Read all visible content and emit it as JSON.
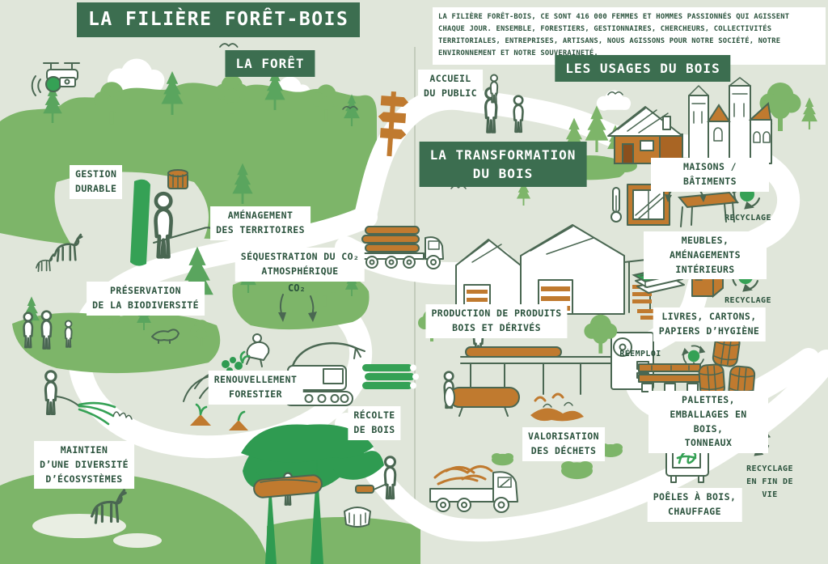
{
  "title": "LA FILIÈRE FORÊT-BOIS",
  "intro": "LA FILIÈRE FORÊT-BOIS, CE SONT 416 000 FEMMES ET HOMMES PASSIONNÉS QUI AGISSENT CHAQUE JOUR. ENSEMBLE, FORESTIERS, GESTIONNAIRES, CHERCHEURS, COLLECTIVITÉS TERRITORIALES, ENTREPRISES, ARTISANS, NOUS AGISSONS POUR NOTRE SOCIÉTÉ, NOTRE ENVIRONNEMENT ET NOTRE SOUVERAINETÉ.",
  "sections": {
    "forest": "LA FORÊT",
    "transformation": "LA TRANSFORMATION\nDU BOIS",
    "usages": "LES USAGES DU BOIS"
  },
  "labels": {
    "gestion": "GESTION\nDURABLE",
    "amenagement": "AMÉNAGEMENT\nDES TERRITOIRES",
    "sequestration": "SÉQUESTRATION DU CO₂\nATMOSPHÉRIQUE",
    "preservation": "PRÉSERVATION\nDE LA BIODIVERSITÉ",
    "renouvellement": "RENOUVELLEMENT\nFORESTIER",
    "maintien": "MAINTIEN\nD’UNE DIVERSITÉ\nD’ÉCOSYSTÈMES",
    "recolte": "RÉCOLTE\nDE BOIS",
    "accueil": "ACCUEIL\nDU PUBLIC",
    "production": "PRODUCTION DE PRODUITS\nBOIS ET DÉRIVÉS",
    "valorisation": "VALORISATION\nDES DÉCHETS",
    "maisons": "MAISONS / BÂTIMENTS",
    "meubles": "MEUBLES, AMÉNAGEMENTS\nINTÉRIEURS",
    "livres": "LIVRES, CARTONS,\nPAPIERS D’HYGIÈNE",
    "palettes": "PALETTES,\nEMBALLAGES EN BOIS,\nTONNEAUX",
    "poeles": "POÊLES À BOIS,\nCHAUFFAGE",
    "recyclage1": "RECYCLAGE",
    "recyclage2": "RECYCLAGE",
    "reemploi": "RÉEMPLOI",
    "recyclage_fin": "RECYCLAGE\nEN FIN DE VIE",
    "co2": "CO₂"
  },
  "colors": {
    "bg": "#e0e6da",
    "badge": "#3c6e50",
    "ink": "#2a523c",
    "tree": "#7db569",
    "tree_mid": "#5aa55e",
    "tree_dark": "#2f9b51",
    "green_bright": "#35a155",
    "orange": "#c07a2f",
    "line": "#4a6752",
    "divider": "#b9c3b2",
    "pond": "#e9eee3"
  }
}
